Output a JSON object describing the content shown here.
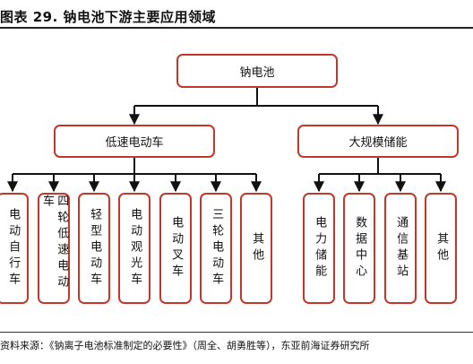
{
  "figure": {
    "title": "图表 29. 钠电池下游主要应用领域",
    "source": "资料来源：《钠离子电池标准制定的必要性》（周全、胡勇胜等），东亚前海证券研究所"
  },
  "diagram": {
    "root": "钠电池",
    "branches": [
      {
        "label": "低速电动车",
        "leaves": [
          "电动自行车",
          "四轮低速电动车",
          "轻型电动车",
          "电动观光车",
          "电动叉车",
          "三轮电动车",
          "其他"
        ]
      },
      {
        "label": "大规模储能",
        "leaves": [
          "电力储能",
          "数据中心",
          "通信基站",
          "其他"
        ]
      }
    ]
  },
  "colors": {
    "box_border": "#c0392b",
    "connector": "#111111"
  }
}
